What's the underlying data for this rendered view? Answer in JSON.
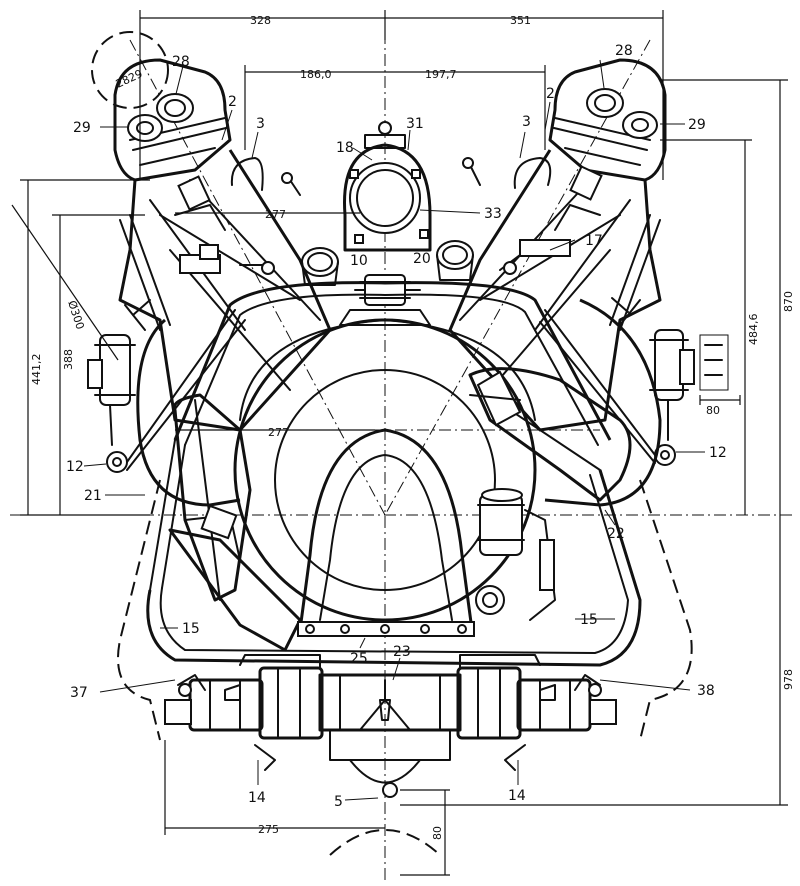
{
  "dimensions": {
    "top_left": "328",
    "top_right": "351",
    "inner_left": "186,0",
    "inner_right": "197,7",
    "cyl_width_upper": "277",
    "cyl_width_lower": "277",
    "left_height_outer": "441,2",
    "left_height_inner": "388",
    "left_bore": "Ø300",
    "right_height_inner": "484,6",
    "right_height_outer": "870",
    "right_height_lower": "978",
    "small_detail_width": "80",
    "bottom_offset": "275",
    "bottom_height": "80"
  },
  "labels": {
    "l28_left": "28",
    "l29_left": "29",
    "l2829_left": "2829",
    "l2_left": "2",
    "l3_left": "3",
    "l18": "18",
    "l31": "31",
    "l33": "33",
    "l10": "10",
    "l20": "20",
    "l28_right": "28",
    "l29_right": "29",
    "l2_right": "2",
    "l3_right": "3",
    "l17": "17",
    "l12_left": "12",
    "l12_right": "12",
    "l21": "21",
    "l22": "22",
    "l15_left": "15",
    "l15_right": "15",
    "l25": "25",
    "l23": "23",
    "l37": "37",
    "l38": "38",
    "l14_left": "14",
    "l14_right": "14",
    "l5": "5"
  }
}
